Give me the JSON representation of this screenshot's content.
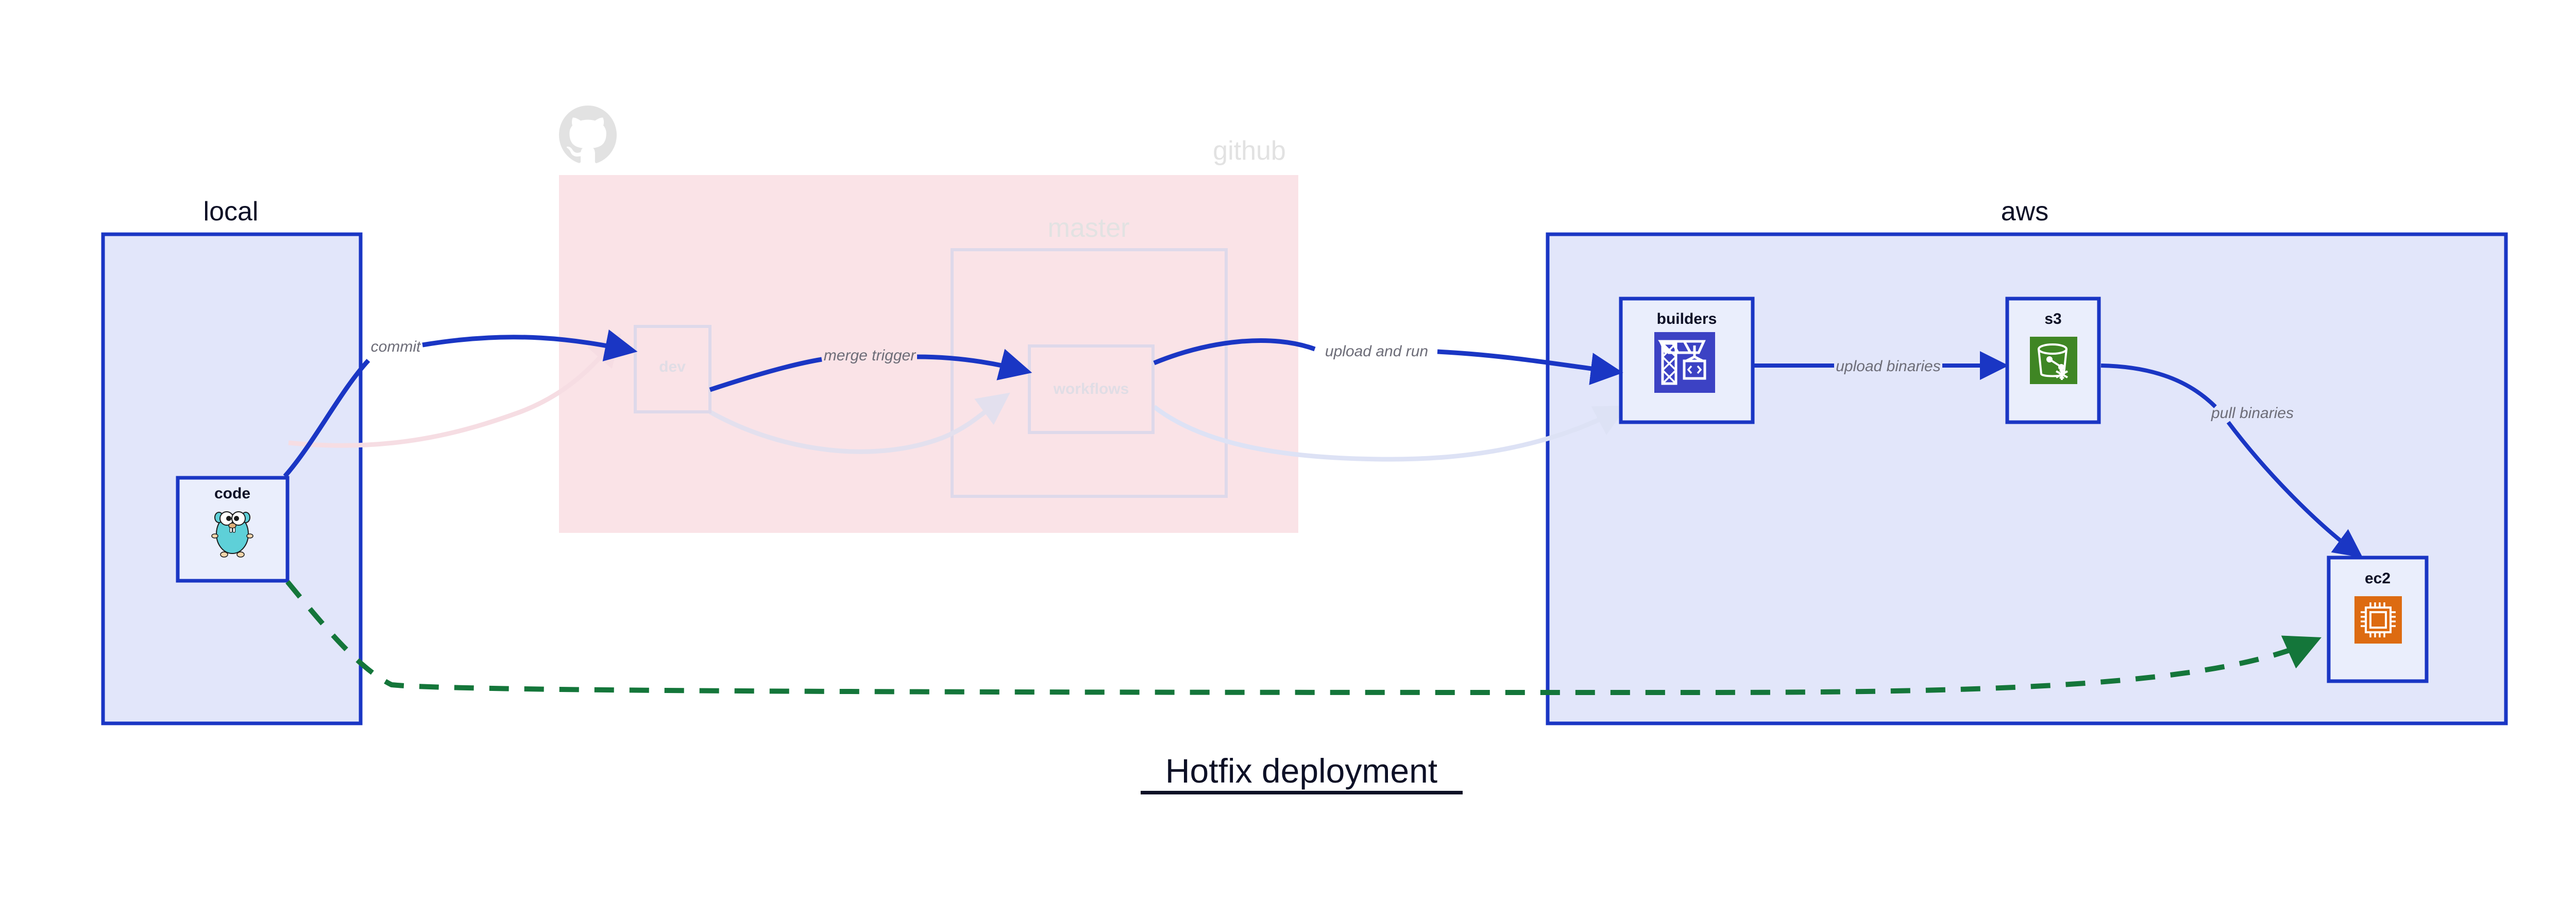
{
  "diagram": {
    "title": "Hotfix deployment",
    "groups": [
      {
        "id": "local",
        "label": "local",
        "faded": false
      },
      {
        "id": "github",
        "label": "github",
        "faded": true
      },
      {
        "id": "master",
        "label": "master",
        "faded": true
      },
      {
        "id": "aws",
        "label": "aws",
        "faded": false
      }
    ],
    "nodes": [
      {
        "id": "code",
        "label": "code",
        "icon": "go-gopher-icon",
        "faded": false,
        "group": "local"
      },
      {
        "id": "dev",
        "label": "dev",
        "icon": "none",
        "faded": true,
        "group": "github"
      },
      {
        "id": "workflows",
        "label": "workflows",
        "icon": "none",
        "faded": true,
        "group": "master"
      },
      {
        "id": "builders",
        "label": "builders",
        "icon": "aws-codebuild-icon",
        "faded": false,
        "group": "aws"
      },
      {
        "id": "s3",
        "label": "s3",
        "icon": "aws-s3-glacier-icon",
        "faded": false,
        "group": "aws"
      },
      {
        "id": "ec2",
        "label": "ec2",
        "icon": "aws-ec2-icon",
        "faded": false,
        "group": "aws"
      }
    ],
    "edges": [
      {
        "id": "commit",
        "label": "commit",
        "from": "code",
        "to": "dev",
        "style": "solid",
        "color": "#1a36c4",
        "faded": false
      },
      {
        "id": "merge-trigger",
        "label": "merge trigger",
        "from": "dev",
        "to": "workflows",
        "style": "solid",
        "color": "#1a36c4",
        "faded": false
      },
      {
        "id": "upload-and-run",
        "label": "upload and run",
        "from": "workflows",
        "to": "builders",
        "style": "solid",
        "color": "#1a36c4",
        "faded": false
      },
      {
        "id": "upload-binaries",
        "label": "upload binaries",
        "from": "builders",
        "to": "s3",
        "style": "solid",
        "color": "#1a36c4",
        "faded": false
      },
      {
        "id": "pull-binaries",
        "label": "pull binaries",
        "from": "s3",
        "to": "ec2",
        "style": "solid",
        "color": "#1a36c4",
        "faded": false
      },
      {
        "id": "hotfix-direct",
        "label": "",
        "from": "code",
        "to": "ec2",
        "style": "dashed",
        "color": "#14763a",
        "faded": false
      },
      {
        "id": "ghost-code-dev",
        "label": "",
        "from": "code",
        "to": "dev",
        "style": "solid",
        "color": "#f6dde3",
        "faded": true
      },
      {
        "id": "ghost-dev-wf",
        "label": "",
        "from": "dev",
        "to": "workflows",
        "style": "solid",
        "color": "#e3e0ee",
        "faded": true
      },
      {
        "id": "ghost-wf-build",
        "label": "",
        "from": "workflows",
        "to": "builders",
        "style": "solid",
        "color": "#e0e4f4",
        "faded": true
      }
    ],
    "colors": {
      "accent_blue": "#1a36c4",
      "group_fill_blue": "#e2e6fa",
      "group_fill_pink": "#fae3e7",
      "node_fill": "#eaeefc",
      "green_dashed": "#14763a",
      "codebuild_purple": "#3c42c4",
      "s3_green": "#3f8624",
      "ec2_orange": "#dd6b11",
      "gopher_teal": "#5ed0d8",
      "octocat_gray": "#e2e2e2",
      "edge_label_gray": "#6d6d78",
      "title_navy": "#0d1026"
    }
  }
}
